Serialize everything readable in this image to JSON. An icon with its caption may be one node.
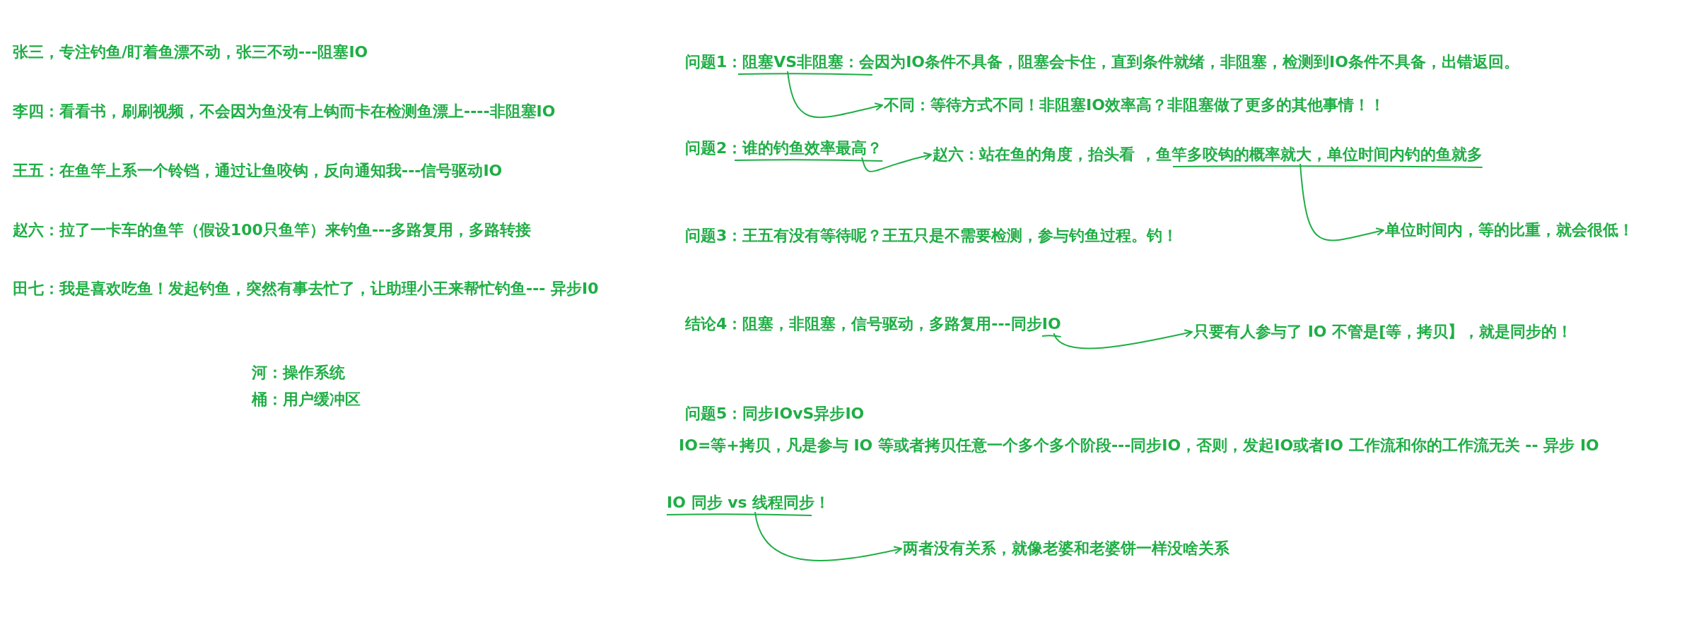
{
  "diagram": {
    "nodes": [
      {
        "text": [
          "问题1：阻塞VS非阻塞：会因为IO条件不具备，阻塞会卡住，直到条件就绪，非阻塞，检测到IO条件不具备，出错返回。"
        ]
      },
      {
        "text": [
          "不同：等待方式不同！非阻塞IO效率高？非阻塞做了更多的其他事情！！"
        ]
      },
      {
        "text": [
          "问题2：谁的钓鱼效率最高？"
        ]
      },
      {
        "text": [
          "赵六：站在鱼的角度，抬头看 ，鱼竿多咬钩的概率就大，单位时间内钓的鱼就多"
        ]
      },
      {
        "text": [
          "单位时间内，等的比重，就会很低！"
        ]
      },
      {
        "text": [
          "结论4：阻塞，非阻塞，信号驱动，多路复用---同步IO"
        ]
      },
      {
        "text": [
          "只要有人参与了 IO 不管是[等，拷贝】，就是同步的！"
        ]
      },
      {
        "text": [
          "IO 同步 vs 线程同步！"
        ]
      },
      {
        "text": [
          "两者没有关系，就像老婆和老婆饼一样没啥关系"
        ]
      }
    ],
    "edges": [
      {
        "from": 0,
        "to": 1,
        "arrow": "to"
      },
      {
        "from": 2,
        "to": 3,
        "arrow": "to"
      },
      {
        "from": 3,
        "to": 4,
        "arrow": "to"
      },
      {
        "from": 5,
        "to": 6,
        "arrow": "to"
      },
      {
        "from": 7,
        "to": 8,
        "arrow": "to"
      }
    ],
    "labels": [
      "张三，专注钓鱼/盯着鱼漂不动，张三不动---阻塞IO",
      "李四：看看书，刷刷视频，不会因为鱼没有上钩而卡在检测鱼漂上----非阻塞IO",
      "王五：在鱼竿上系一个铃铛，通过让鱼咬钩，反向通知我---信号驱动IO",
      "赵六：拉了一卡车的鱼竿（假设100只鱼竿）来钓鱼---多路复用，多路转接",
      "田七：我是喜欢吃鱼！发起钓鱼，突然有事去忙了，让助理小王来帮忙钓鱼--- 异步I0",
      "河：操作系统",
      "桶：用户缓冲区",
      "问题3：王五有没有等待呢？王五只是不需要检测，参与钓鱼过程。钓！",
      "问题5：同步IOvS异步IO",
      "IO=等+拷贝，凡是参与 IO 等或者拷贝任意一个多个多个阶段---同步IO，否则，发起IO或者IO 工作流和你的工作流无关 -- 异步 IO"
    ]
  }
}
